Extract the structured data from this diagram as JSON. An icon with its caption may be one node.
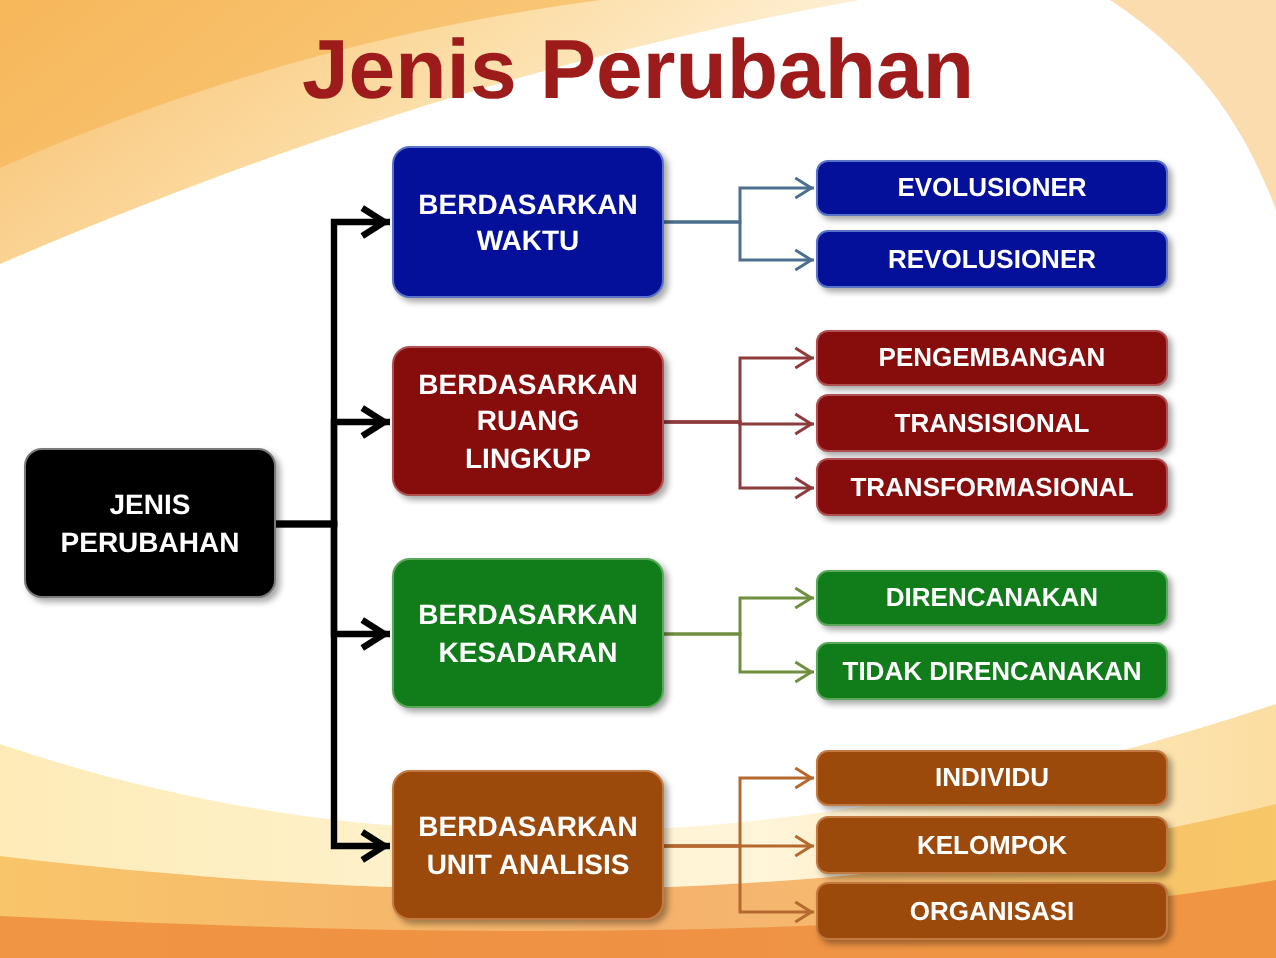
{
  "diagram": {
    "title": "Jenis Perubahan",
    "nodes": [
      {
        "text": [
          "JENIS PERUBAHAN"
        ]
      },
      {
        "text": [
          "BERDASARKAN WAKTU"
        ]
      },
      {
        "text": [
          "EVOLUSIONER"
        ]
      },
      {
        "text": [
          "REVOLUSIONER"
        ]
      },
      {
        "text": [
          "BERDASARKAN RUANG LINGKUP"
        ]
      },
      {
        "text": [
          "PENGEMBANGAN"
        ]
      },
      {
        "text": [
          "TRANSISIONAL"
        ]
      },
      {
        "text": [
          "TRANSFORMASIONAL"
        ]
      },
      {
        "text": [
          "BERDASARKAN KESADARAN"
        ]
      },
      {
        "text": [
          "DIRENCANAKAN"
        ]
      },
      {
        "text": [
          "TIDAK DIRENCANAKAN"
        ]
      },
      {
        "text": [
          "BERDASARKAN UNIT ANALISIS"
        ]
      },
      {
        "text": [
          "INDIVIDU"
        ]
      },
      {
        "text": [
          "KELOMPOK"
        ]
      },
      {
        "text": [
          "ORGANISASI"
        ]
      }
    ],
    "edges": [
      {
        "from": 0,
        "to": 1,
        "arrow": "to",
        "style": "thick"
      },
      {
        "from": 0,
        "to": 4,
        "arrow": "to",
        "style": "thick"
      },
      {
        "from": 0,
        "to": 8,
        "arrow": "to",
        "style": "thick"
      },
      {
        "from": 0,
        "to": 11,
        "arrow": "to",
        "style": "thick"
      },
      {
        "from": 1,
        "to": 2,
        "arrow": "to",
        "color": "#4d6f8f"
      },
      {
        "from": 1,
        "to": 3,
        "arrow": "to",
        "color": "#4d6f8f"
      },
      {
        "from": 4,
        "to": 5,
        "arrow": "to",
        "color": "#8e3b3b"
      },
      {
        "from": 4,
        "to": 6,
        "arrow": "to",
        "color": "#8e3b3b"
      },
      {
        "from": 4,
        "to": 7,
        "arrow": "to",
        "color": "#8e3b3b"
      },
      {
        "from": 8,
        "to": 9,
        "arrow": "to",
        "color": "#6f8f3f"
      },
      {
        "from": 8,
        "to": 10,
        "arrow": "to",
        "color": "#6f8f3f"
      },
      {
        "from": 11,
        "to": 12,
        "arrow": "to",
        "color": "#b5692e"
      },
      {
        "from": 11,
        "to": 13,
        "arrow": "to",
        "color": "#b5692e"
      },
      {
        "from": 11,
        "to": 14,
        "arrow": "to",
        "color": "#b5692e"
      }
    ]
  }
}
